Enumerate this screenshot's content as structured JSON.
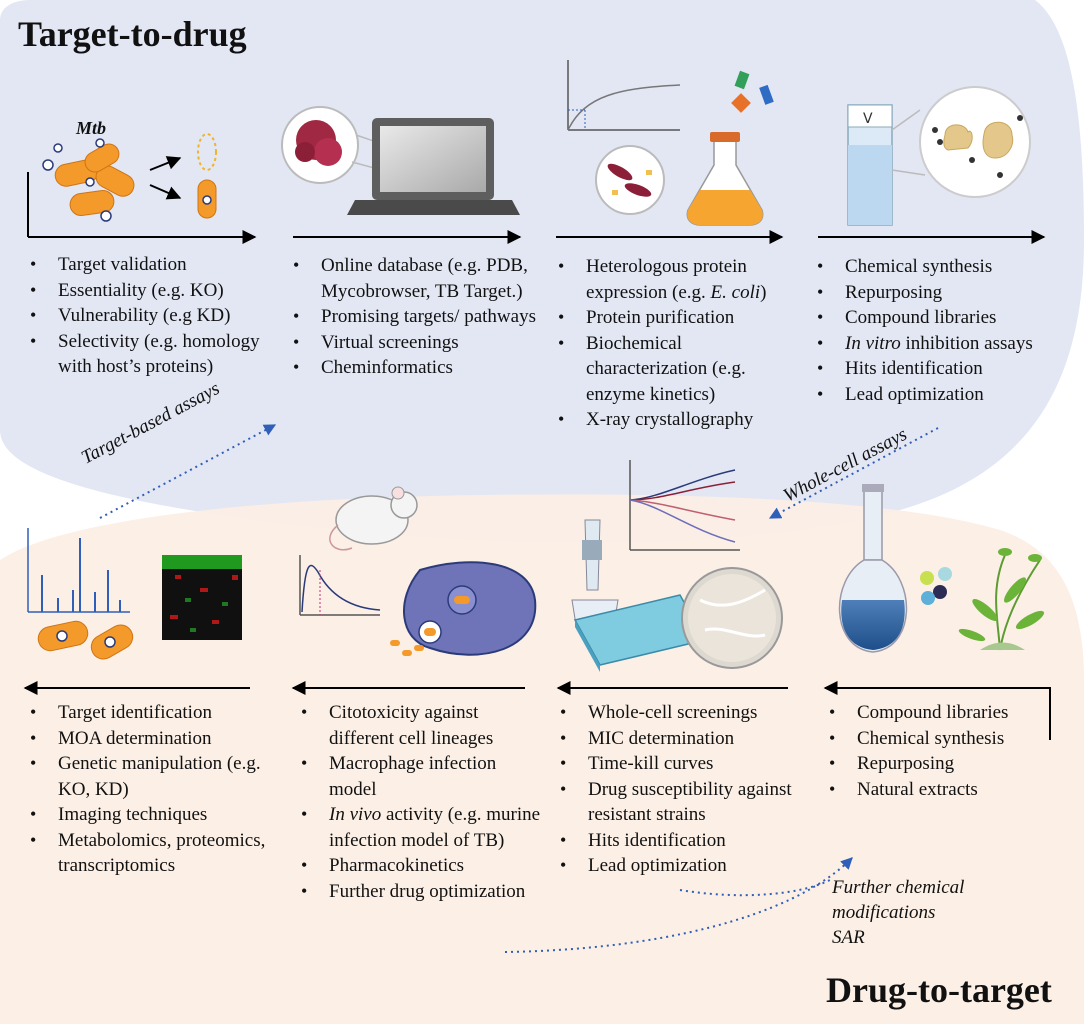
{
  "titles": {
    "top": "Target-to-drug",
    "bottom": "Drug-to-target"
  },
  "mtb_label": "Mtb",
  "labels": {
    "target_based": "Target-based assays",
    "whole_cell": "Whole-cell assays"
  },
  "note": {
    "line1": "Further chemical",
    "line2": "modifications",
    "line3": "SAR"
  },
  "step1": {
    "items": [
      "Target validation",
      "Essentiality (e.g. KO)",
      "Vulnerability (e.g KD)",
      "Selectivity (e.g. homology with host’s proteins)"
    ]
  },
  "step2": {
    "items": [
      "Online database (e.g. PDB, Mycobrowser, TB Target.)",
      "Promising targets/ pathways",
      "Virtual screenings",
      "Cheminformatics"
    ]
  },
  "step3": {
    "item1_prefix": "Heterologous protein expression (e.g. ",
    "item1_italic": "E. coli",
    "item1_suffix": ")",
    "items": [
      "Protein purification",
      "Biochemical characterization (e.g. enzyme kinetics)",
      "X-ray crystallography"
    ]
  },
  "step4": {
    "items_a": [
      "Chemical synthesis",
      "Repurposing",
      "Compound libraries"
    ],
    "invitro_italic": "In vitro",
    "invitro_rest": " inhibition assays",
    "items_b": [
      "Hits identification",
      "Lead optimization"
    ]
  },
  "step5": {
    "items": [
      "Target identification",
      "MOA determination",
      "Genetic manipulation (e.g. KO, KD)",
      "Imaging techniques",
      "Metabolomics, proteomics, transcriptomics"
    ]
  },
  "step6": {
    "items_a": [
      "Citotoxicity against different cell lineages",
      "Macrophage infection model"
    ],
    "invivo_italic": "In vivo",
    "invivo_rest": " activity (e.g. murine infection model of TB)",
    "items_b": [
      "Pharmacokinetics",
      "Further drug optimization"
    ]
  },
  "step7": {
    "items": [
      "Whole-cell screenings",
      "MIC determination",
      "Time-kill curves",
      "Drug susceptibility against resistant strains",
      "Hits identification",
      "Lead optimization"
    ]
  },
  "step8": {
    "items": [
      "Compound libraries",
      "Chemical synthesis",
      "Repurposing",
      "Natural extracts"
    ]
  }
}
